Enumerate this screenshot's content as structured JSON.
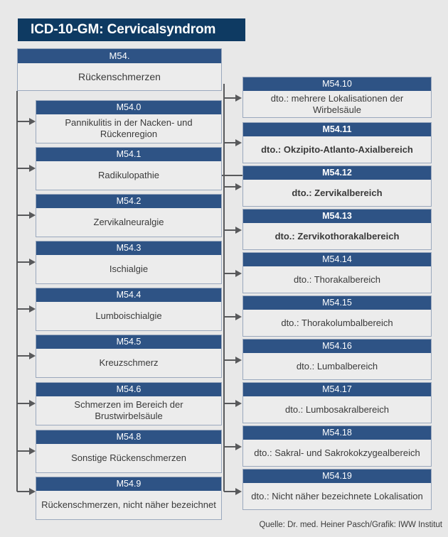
{
  "title": {
    "text": "ICD-10-GM: Cervicalsyndrom"
  },
  "colors": {
    "page_background": "#e8e8e8",
    "title_bar": "#0e3a62",
    "node_header": "#2e5385",
    "node_body": "#ececec",
    "node_border": "#9aa8bd",
    "connector": "#58595b",
    "header_text": "#ffffff",
    "body_text": "#3a3a3a"
  },
  "root": {
    "code": "M54.",
    "label": "Rückenschmerzen"
  },
  "left_column": [
    {
      "code": "M54.0",
      "label": "Pannikulitis in der Nacken- und Rückenregion",
      "bold": false
    },
    {
      "code": "M54.1",
      "label": "Radikulopathie",
      "bold": false
    },
    {
      "code": "M54.2",
      "label": "Zervikalneuralgie",
      "bold": false
    },
    {
      "code": "M54.3",
      "label": "Ischialgie",
      "bold": false
    },
    {
      "code": "M54.4",
      "label": "Lumboischialgie",
      "bold": false
    },
    {
      "code": "M54.5",
      "label": "Kreuzschmerz",
      "bold": false
    },
    {
      "code": "M54.6",
      "label": "Schmerzen im Bereich der Brustwirbelsäule",
      "bold": false
    },
    {
      "code": "M54.8",
      "label": "Sonstige Rückenschmerzen",
      "bold": false
    },
    {
      "code": "M54.9",
      "label": "Rückenschmerzen, nicht näher bezeichnet",
      "bold": false
    }
  ],
  "right_column": [
    {
      "code": "M54.10",
      "label": "dto.: mehrere Lokalisationen der Wirbelsäule",
      "bold": false
    },
    {
      "code": "M54.11",
      "label": "dto.: Okzipito-Atlanto-Axialbereich",
      "bold": true
    },
    {
      "code": "M54.12",
      "label": "dto.: Zervikalbereich",
      "bold": true
    },
    {
      "code": "M54.13",
      "label": "dto.: Zervikothorakalbereich",
      "bold": true
    },
    {
      "code": "M54.14",
      "label": "dto.: Thorakalbereich",
      "bold": false
    },
    {
      "code": "M54.15",
      "label": "dto.: Thorakolumbalbereich",
      "bold": false
    },
    {
      "code": "M54.16",
      "label": "dto.: Lumbalbereich",
      "bold": false
    },
    {
      "code": "M54.17",
      "label": "dto.: Lumbosakralbereich",
      "bold": false
    },
    {
      "code": "M54.18",
      "label": "dto.: Sakral- und Sakrokokzygealbereich",
      "bold": false
    },
    {
      "code": "M54.19",
      "label": "dto.: Nicht näher bezeichnete Lokalisation",
      "bold": false
    }
  ],
  "footer": {
    "text": "Quelle: Dr. med. Heiner Pasch/Grafik: IWW Institut"
  }
}
